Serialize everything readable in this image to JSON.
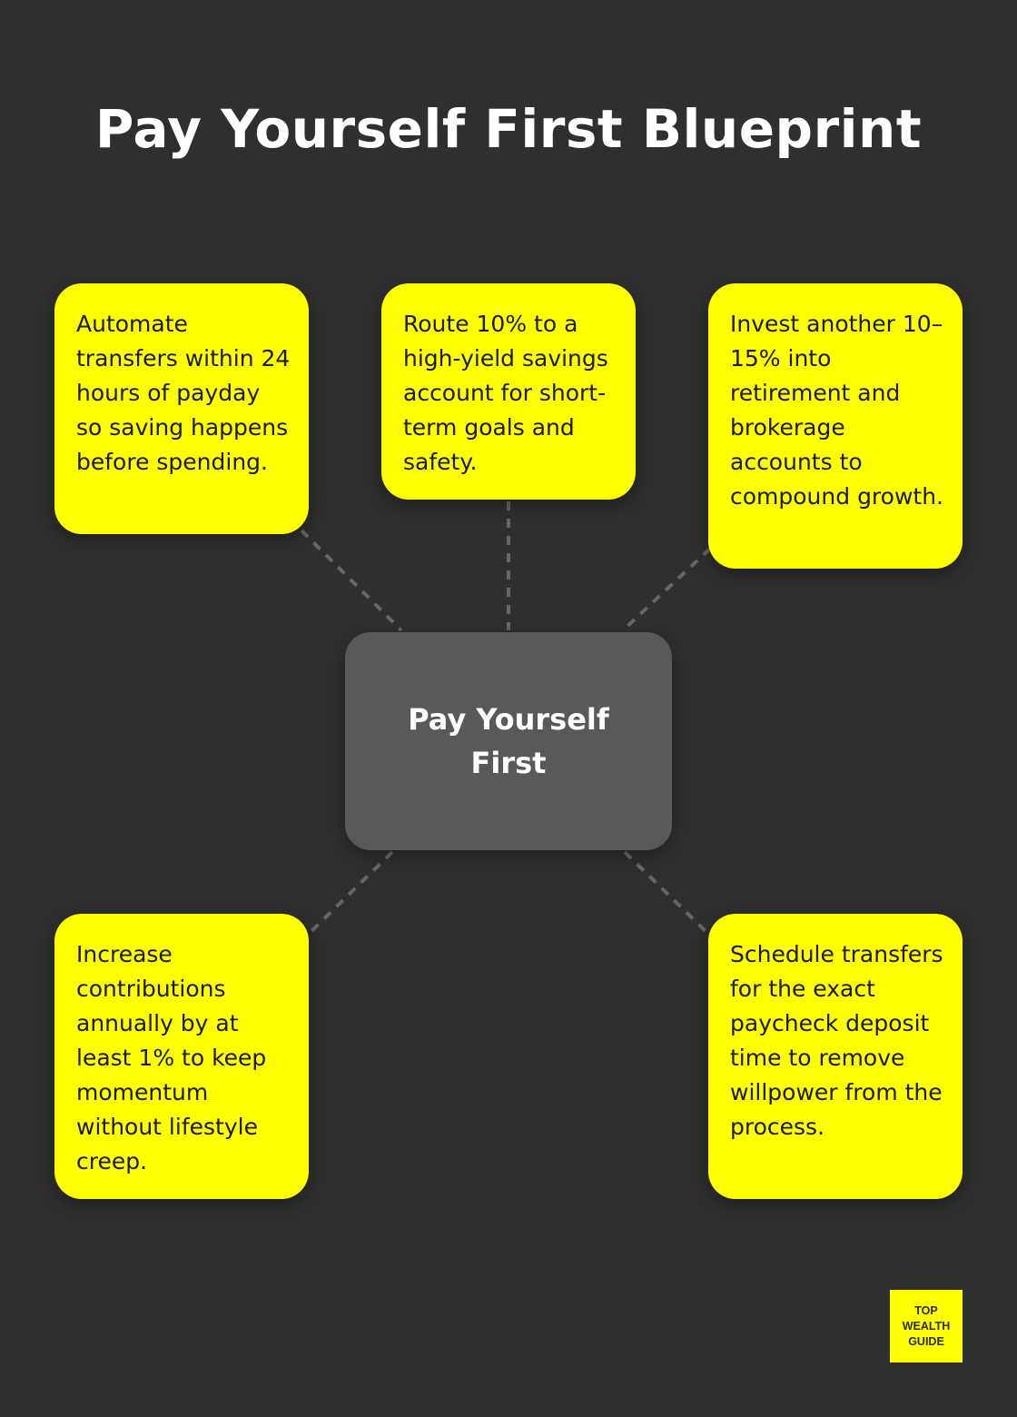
{
  "title": "Pay Yourself First Blueprint",
  "center_node": {
    "label": "Pay Yourself First"
  },
  "cards": [
    {
      "id": "top-left",
      "text": "Automate transfers within 24 hours of payday so saving happens before spending."
    },
    {
      "id": "top-center",
      "text": "Route 10% to a high-yield savings account for short-term goals and safety."
    },
    {
      "id": "top-right",
      "text": "Invest another 10–15% into retirement and brokerage accounts to compound growth."
    },
    {
      "id": "bottom-left",
      "text": "Increase contributions annually by at least 1% to keep momentum without lifestyle creep."
    },
    {
      "id": "bottom-right",
      "text": "Schedule transfers for the exact paycheck deposit time to remove willpower from the process."
    }
  ],
  "logo": {
    "line1": "TOP",
    "line2": "WEALTH",
    "line3": "GUIDE"
  },
  "colors": {
    "background": "#2f2f2f",
    "card": "#ffff00",
    "center": "#595959",
    "connector": "#666666",
    "title": "#ffffff"
  }
}
